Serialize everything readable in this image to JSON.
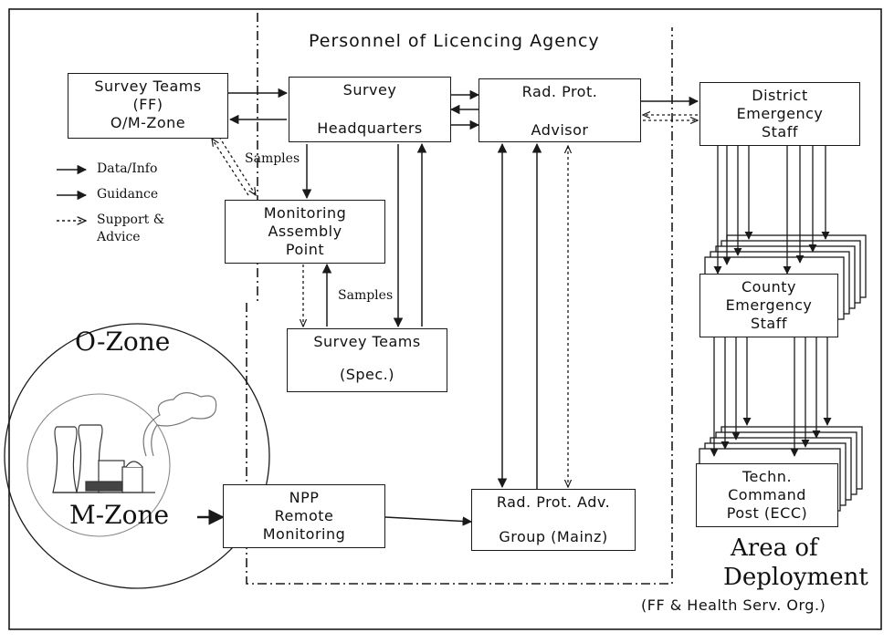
{
  "agency": {
    "title": "Personnel of Licencing Agency"
  },
  "boxes": {
    "survey_teams_ff": [
      "Survey Teams",
      "(FF)",
      "O/M-Zone"
    ],
    "survey_hq": [
      "Survey",
      "Headquarters"
    ],
    "rad_prot_advisor": [
      "Rad. Prot.",
      "Advisor"
    ],
    "district_staff": [
      "District",
      "Emergency",
      "Staff"
    ],
    "monitoring_point": [
      "Monitoring",
      "Assembly",
      "Point"
    ],
    "survey_teams_spec": [
      "Survey Teams",
      "(Spec.)"
    ],
    "npp_remote": [
      "NPP",
      "Remote",
      "Monitoring"
    ],
    "rad_prot_group": [
      "Rad. Prot. Adv.",
      "Group (Mainz)"
    ],
    "county_staff": [
      "County",
      "Emergency",
      "Staff"
    ],
    "tech_command": [
      "Techn.",
      "Command",
      "Post (ECC)"
    ]
  },
  "labels": {
    "samples_1": "Samples",
    "samples_2": "Samples",
    "o_zone": "O-Zone",
    "m_zone": "M-Zone",
    "area_line1": "Area of",
    "area_line2": "Deployment",
    "area_sub": "(FF & Health Serv. Org.)"
  },
  "legend": {
    "data_info": "Data/Info",
    "guidance": "Guidance",
    "support_line1": "Support &",
    "support_line2": "Advice"
  }
}
